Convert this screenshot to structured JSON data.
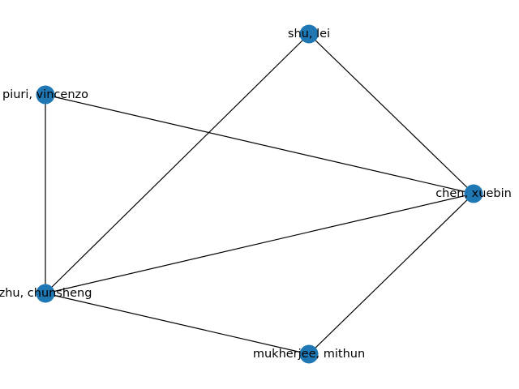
{
  "graph": {
    "node_color": "#1f77b4",
    "edge_color": "#000000",
    "nodes": [
      {
        "id": "n_shu_lei",
        "label": "shu, lei"
      },
      {
        "id": "n_piuri",
        "label": "piuri, vincenzo"
      },
      {
        "id": "n_chen",
        "label": "chen, xuebin"
      },
      {
        "id": "n_zhu",
        "label": "zhu, chunsheng"
      },
      {
        "id": "n_mukherjee",
        "label": "mukherjee, mithun"
      }
    ],
    "edges": [
      {
        "source": "n_shu_lei",
        "target": "n_chen"
      },
      {
        "source": "n_shu_lei",
        "target": "n_zhu"
      },
      {
        "source": "n_piuri",
        "target": "n_chen"
      },
      {
        "source": "n_piuri",
        "target": "n_zhu"
      },
      {
        "source": "n_chen",
        "target": "n_zhu"
      },
      {
        "source": "n_chen",
        "target": "n_mukherjee"
      },
      {
        "source": "n_zhu",
        "target": "n_mukherjee"
      }
    ]
  }
}
